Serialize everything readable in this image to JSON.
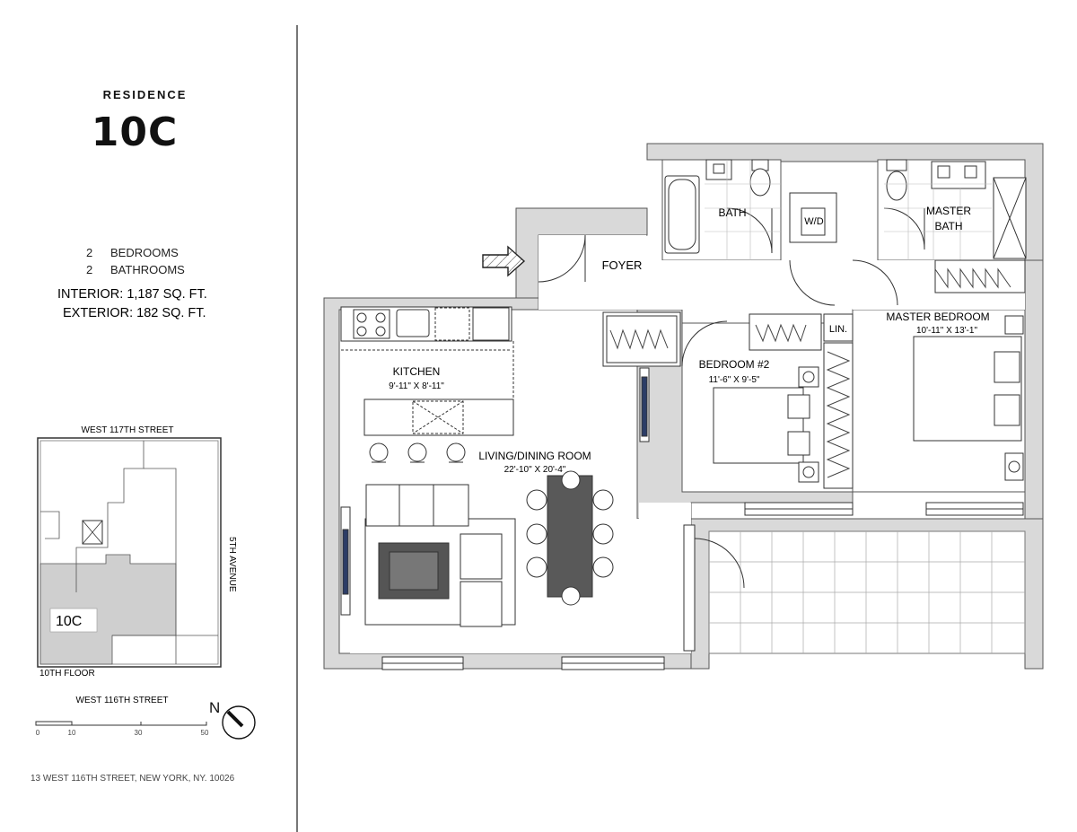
{
  "residence": {
    "label": "RESIDENCE",
    "number": "10C"
  },
  "specs": {
    "bedrooms_count": "2",
    "bedrooms_label": "BEDROOMS",
    "bathrooms_count": "2",
    "bathrooms_label": "BATHROOMS",
    "interior": "INTERIOR:  1,187 SQ. FT.",
    "exterior": "EXTERIOR: 182 SQ. FT."
  },
  "keyplan": {
    "north_street": "WEST 117TH STREET",
    "south_street": "WEST 116TH STREET",
    "east_street": "5TH AVENUE",
    "unit_label": "10C",
    "floor": "10TH FLOOR"
  },
  "scale": {
    "ticks": [
      "0",
      "10",
      "30",
      "50"
    ]
  },
  "compass": {
    "label": "N"
  },
  "address": "13 WEST 116TH STREET, NEW YORK,  NY. 10026",
  "rooms": {
    "foyer": "FOYER",
    "bath": "BATH",
    "wd": "W/D",
    "master_bath_1": "MASTER",
    "master_bath_2": "BATH",
    "kitchen": "KITCHEN",
    "kitchen_dim": "9'-11\" X 8'-11\"",
    "bedroom2": "BEDROOM #2",
    "bedroom2_dim": "11'-6\" X 9'-5\"",
    "master_bedroom": "MASTER BEDROOM",
    "master_bedroom_dim": "10'-11\" X 13'-1\"",
    "linen": "LIN.",
    "living": "LIVING/DINING ROOM",
    "living_dim": "22'-10\" X 20'-4\""
  },
  "colors": {
    "wall": "#d9d9d9",
    "wall_stroke": "#555555",
    "rug": "#555555",
    "table": "#595959",
    "window_accent": "#2c3d66"
  }
}
